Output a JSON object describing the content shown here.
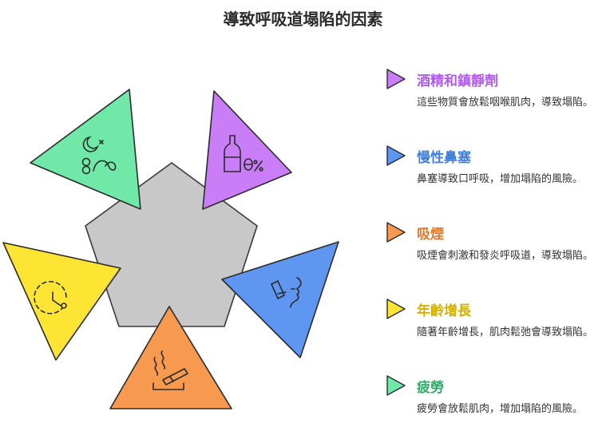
{
  "title": "導致呼吸道塌陷的因素",
  "factors": [
    {
      "title": "酒精和鎮靜劑",
      "desc": "這些物質會放鬆咽喉肌肉，導致塌陷。",
      "color": "#b05cf0",
      "fill": "#c97ef7",
      "icon": "alcohol-bottle-icon"
    },
    {
      "title": "慢性鼻塞",
      "desc": "鼻塞導致口呼吸，增加塌陷的風險。",
      "color": "#3f7fe0",
      "fill": "#5f96f2",
      "icon": "inhaler-face-icon"
    },
    {
      "title": "吸煙",
      "desc": "吸煙會刺激和發炎呼吸道，導致塌陷。",
      "color": "#e8782a",
      "fill": "#f79a4f",
      "icon": "cigarette-smoke-icon"
    },
    {
      "title": "年齡增長",
      "desc": "隨著年齡增長，肌肉鬆弛會導致塌陷。",
      "color": "#d4b000",
      "fill": "#ffe533",
      "icon": "clock-aging-icon"
    },
    {
      "title": "疲勞",
      "desc": "疲勞會放鬆肌肉，增加塌陷的風險。",
      "color": "#2fae6a",
      "fill": "#6fe8a8",
      "icon": "tired-sleep-icon"
    }
  ]
}
